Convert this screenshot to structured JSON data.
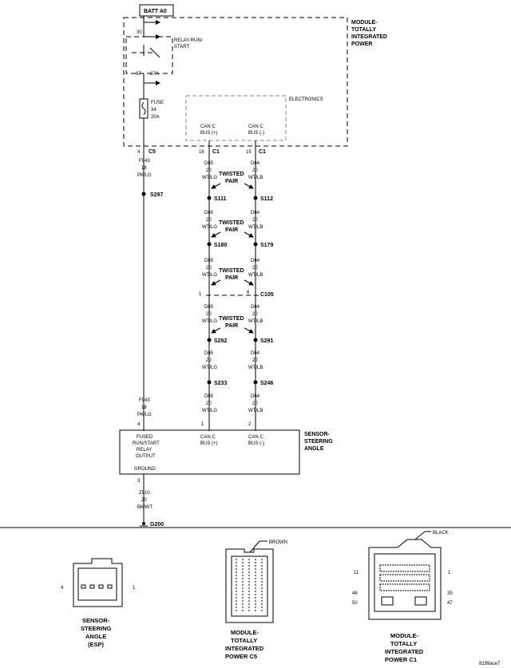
{
  "top": {
    "batt_label": "BATT A0",
    "module_totally_integrated_power": [
      "MODULE-",
      "TOTALLY",
      "INTEGRATED",
      "POWER"
    ],
    "relay_pin_30": "30",
    "relay_label": [
      "RELAY-RUN/",
      "START"
    ],
    "relay_pin_87": "87",
    "relay_pin_87a": "87A",
    "fuse_label": [
      "FUSE",
      "34",
      "20A"
    ],
    "electronics_label": "ELECTRONICS",
    "can_c_plus": [
      "CAN C",
      "BUS (+)"
    ],
    "can_c_minus": [
      "CAN C",
      "BUS (-)"
    ],
    "pin_c5": "4",
    "conn_c5": "C5",
    "pin_c1_plus": "16",
    "conn_c1_plus": "C1",
    "pin_c1_minus": "15",
    "conn_c1_minus": "C1"
  },
  "left_wire": {
    "wire_top": [
      "F943",
      "18",
      "PK/LG"
    ],
    "splice_s297": "S297",
    "wire_bottom": [
      "F943",
      "18",
      "PK/LG"
    ],
    "pin_4": "4"
  },
  "can_wires": {
    "wire_plus": [
      "D65",
      "20",
      "WT/LG"
    ],
    "wire_minus": [
      "D64",
      "20",
      "WT/LB"
    ],
    "twisted_pair": [
      "TWISTED",
      "PAIR"
    ],
    "s111": "S111",
    "s112": "S112",
    "s180": "S180",
    "s179": "S179",
    "c105_pin_1": "1",
    "c105_pin_6": "6",
    "c105": "C105",
    "s292": "S292",
    "s291": "S291",
    "s233": "S233",
    "s246": "S246",
    "pin_1": "1",
    "pin_2": "2"
  },
  "sensor": {
    "box_left": [
      "FUSED",
      "RUN/START",
      "RELAY",
      "OUTPUT"
    ],
    "ground_label": "GROUND",
    "can_plus": [
      "CAN C",
      "BUS (+)"
    ],
    "can_minus": [
      "CAN C",
      "BUS (-)"
    ],
    "title": [
      "SENSOR-",
      "STEERING",
      "ANGLE"
    ],
    "pin_3": "3",
    "ground_wire": [
      "Z910",
      "20",
      "BK/WT"
    ],
    "g200": "G200"
  },
  "connectors": {
    "ssa": {
      "pin_left": "4",
      "pin_right": "1",
      "title": [
        "SENSOR-",
        "STEERING",
        "ANGLE",
        "(ESP)"
      ]
    },
    "c5": {
      "color": "BROWN",
      "title": [
        "MODULE-",
        "TOTALLY",
        "INTEGRATED",
        "POWER C5"
      ]
    },
    "c1": {
      "color": "BLACK",
      "pin_tl": "11",
      "pin_tr": "1",
      "pin_ml": "46",
      "pin_bl": "50",
      "pin_mr": "35",
      "pin_br": "47",
      "title": [
        "MODULE-",
        "TOTALLY",
        "INTEGRATED",
        "POWER C1"
      ]
    }
  },
  "figure_id": "8199ace7"
}
